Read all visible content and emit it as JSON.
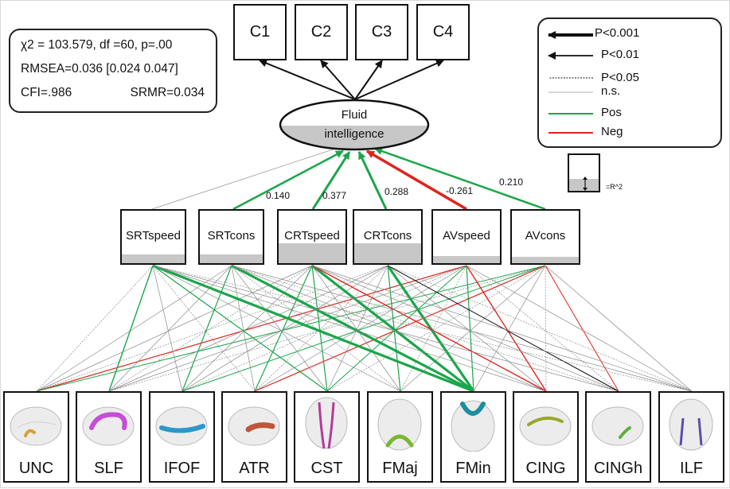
{
  "fit_stats": {
    "line1": "χ2 = 103.579, df =60, p=.00",
    "line2": "RMSEA=0.036 [0.024  0.047]",
    "line3_left": "CFI=.986",
    "line3_right": "SRMR=0.034"
  },
  "top_indicators": [
    "C1",
    "C2",
    "C3",
    "C4"
  ],
  "latent": {
    "label_line1": "Fluid",
    "label_line2": "intelligence"
  },
  "mid_nodes": [
    "SRTspeed",
    "SRTcons",
    "CRTspeed",
    "CRTcons",
    "AVspeed",
    "AVcons"
  ],
  "coefficients": [
    "0.140",
    "0.377",
    "0.288",
    "-0.261",
    "0.210"
  ],
  "legend": {
    "items": [
      "P<0.001",
      "P<0.01",
      "P<0.05",
      "n.s.",
      "Pos",
      "Neg"
    ],
    "r2_label": "=R^2"
  },
  "tracts": [
    "UNC",
    "SLF",
    "IFOF",
    "ATR",
    "CST",
    "FMaj",
    "FMin",
    "CING",
    "CINGh",
    "ILF"
  ],
  "colors": {
    "positive": "#1aa64a",
    "negative": "#e0241c",
    "line": "#111111",
    "fill": "#c7c7c7"
  }
}
